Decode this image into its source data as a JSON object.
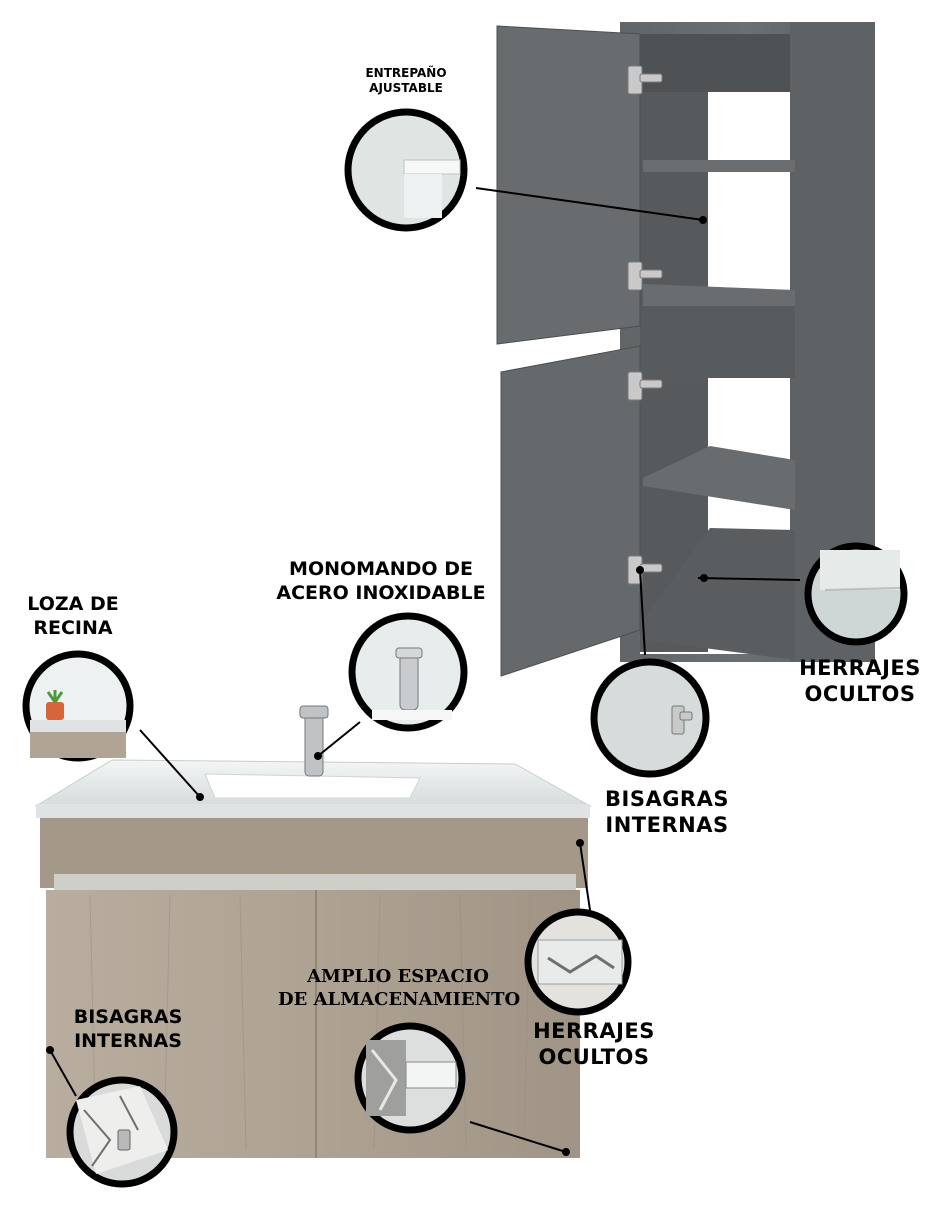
{
  "labels": {
    "entrepano": {
      "line1": "ENTREPAÑO",
      "line2": "AJUSTABLE"
    },
    "monomando": {
      "line1": "MONOMANDO DE",
      "line2": "ACERO INOXIDABLE"
    },
    "loza": {
      "line1": "LOZA DE",
      "line2": "RECINA"
    },
    "herrajes_top": {
      "line1": "HERRAJES",
      "line2": "OCULTOS"
    },
    "bisagras_top": {
      "line1": "BISAGRAS",
      "line2": "INTERNAS"
    },
    "herrajes_bottom": {
      "line1": "HERRAJES",
      "line2": "OCULTOS"
    },
    "amplio": {
      "line1": "AMPLIO ESPACIO",
      "line2": "DE ALMACENAMIENTO"
    },
    "bisagras_bottom": {
      "line1": "BISAGRAS",
      "line2": "INTERNAS"
    }
  },
  "colors": {
    "tall_cabinet": "#5b5e60",
    "tall_cabinet_inner": "#4a4d4f",
    "vanity_wood": "#b4a89a",
    "vanity_wood_dark": "#9d9184",
    "sink_top": "#e9ecec",
    "callout_ring": "#000000",
    "callout_fill": "#dde3e2"
  }
}
